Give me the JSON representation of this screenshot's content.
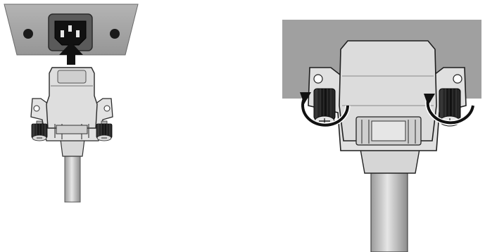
{
  "figure": {
    "panels": [
      {
        "id": "insert-step",
        "action": "insert",
        "icon": "arrow-up-icon"
      },
      {
        "id": "tighten-step",
        "action": "tighten",
        "icon": "rotate-clockwise-icon"
      }
    ],
    "colors": {
      "panel": "#a0a0a0",
      "panel_inner": "#c8c8c8",
      "outline": "#2a2a2a",
      "plug_body": "#dcdcdc",
      "cable": "#bcbcbc",
      "screw_dark": "#1e1e1e",
      "arrow": "#111111",
      "background": "#ffffff"
    }
  }
}
